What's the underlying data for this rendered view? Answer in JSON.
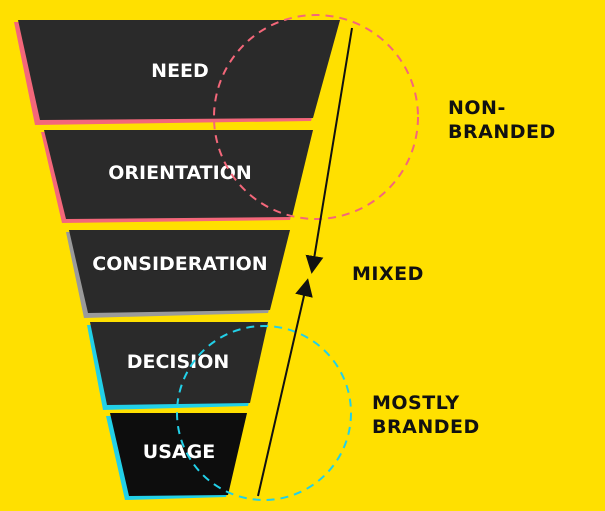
{
  "colors": {
    "background": "#FFE000",
    "stage_fill": "#2a2a2a",
    "usage_fill": "#0d0d0d",
    "pink": "#F4677A",
    "gray": "#9a9a9a",
    "cyan": "#22D0E8",
    "text": "#111111"
  },
  "funnel": {
    "stages": [
      {
        "label": "NEED",
        "accent": "pink"
      },
      {
        "label": "ORIENTATION",
        "accent": "pink"
      },
      {
        "label": "CONSIDERATION",
        "accent": "gray"
      },
      {
        "label": "DECISION",
        "accent": "cyan"
      },
      {
        "label": "USAGE",
        "accent": "cyan"
      }
    ]
  },
  "groups": {
    "non_branded": "NON-\nBRANDED",
    "mixed": "MIXED",
    "mostly_branded": "MOSTLY\nBRANDED"
  }
}
